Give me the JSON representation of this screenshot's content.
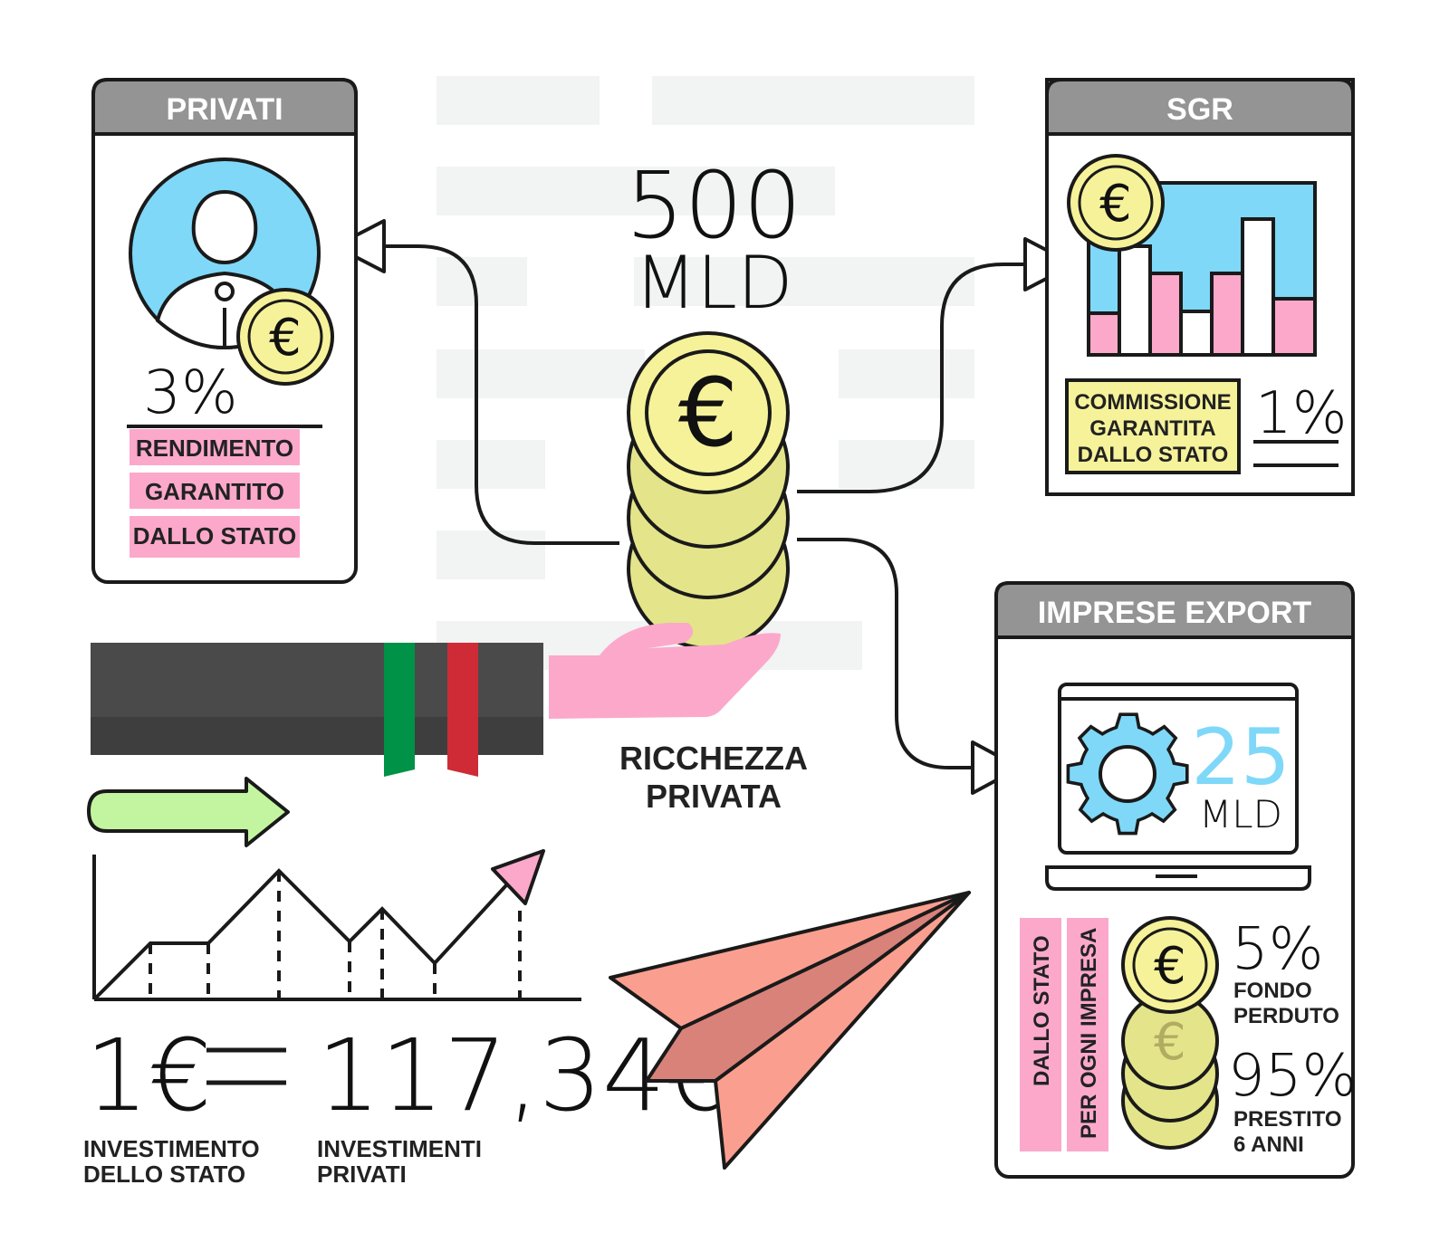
{
  "center": {
    "amount": "500",
    "unit": "MLD",
    "caption_line1": "RICCHEZZA",
    "caption_line2": "PRIVATA",
    "coin_symbol": "€"
  },
  "privati": {
    "header": "PRIVATI",
    "percent": "3%",
    "tags": [
      "RENDIMENTO",
      "GARANTITO",
      "DALLO STATO"
    ],
    "coin_symbol": "€"
  },
  "sgr": {
    "header": "SGR",
    "commission_lines": [
      "COMMISSIONE",
      "GARANTITA",
      "DALLO STATO"
    ],
    "percent": "1%",
    "coin_symbol": "€"
  },
  "imprese": {
    "header": "IMPRESE EXPORT",
    "amount": "25",
    "unit": "MLD",
    "side_tags": [
      "DALLO STATO",
      "PER OGNI IMPRESA"
    ],
    "pct1": "5%",
    "pct1_label": [
      "FONDO",
      "PERDUTO"
    ],
    "pct2": "95%",
    "pct2_label": [
      "PRESTITO",
      "6 ANNI"
    ],
    "coin_symbol": "€"
  },
  "equation": {
    "left": "1€",
    "right": "117,34€",
    "left_caption": [
      "INVESTIMENTO",
      "DELLO STATO"
    ],
    "right_caption": [
      "INVESTIMENTI",
      "PRIVATI"
    ]
  },
  "colors": {
    "outline": "#1a1a1a",
    "header_gray": "#949494",
    "coin": "#f6f29a",
    "coin_stack": "#e4e48a",
    "pink": "#fba8cb",
    "sky": "#7fd8f8",
    "green_arrow": "#c3f5a0",
    "plane": "#fa9f8f",
    "plane_dark": "#d9827a",
    "sleeve": "#4a4a4a",
    "flag_green": "#009246",
    "flag_red": "#ce2b37",
    "bg_bars": "#f2f3f3"
  },
  "icons": [
    "person-icon",
    "euro-coin-icon",
    "bar-chart-icon",
    "gear-icon",
    "laptop-icon",
    "hand-icon",
    "arrow-right-icon",
    "line-chart-icon",
    "paper-plane-icon"
  ]
}
